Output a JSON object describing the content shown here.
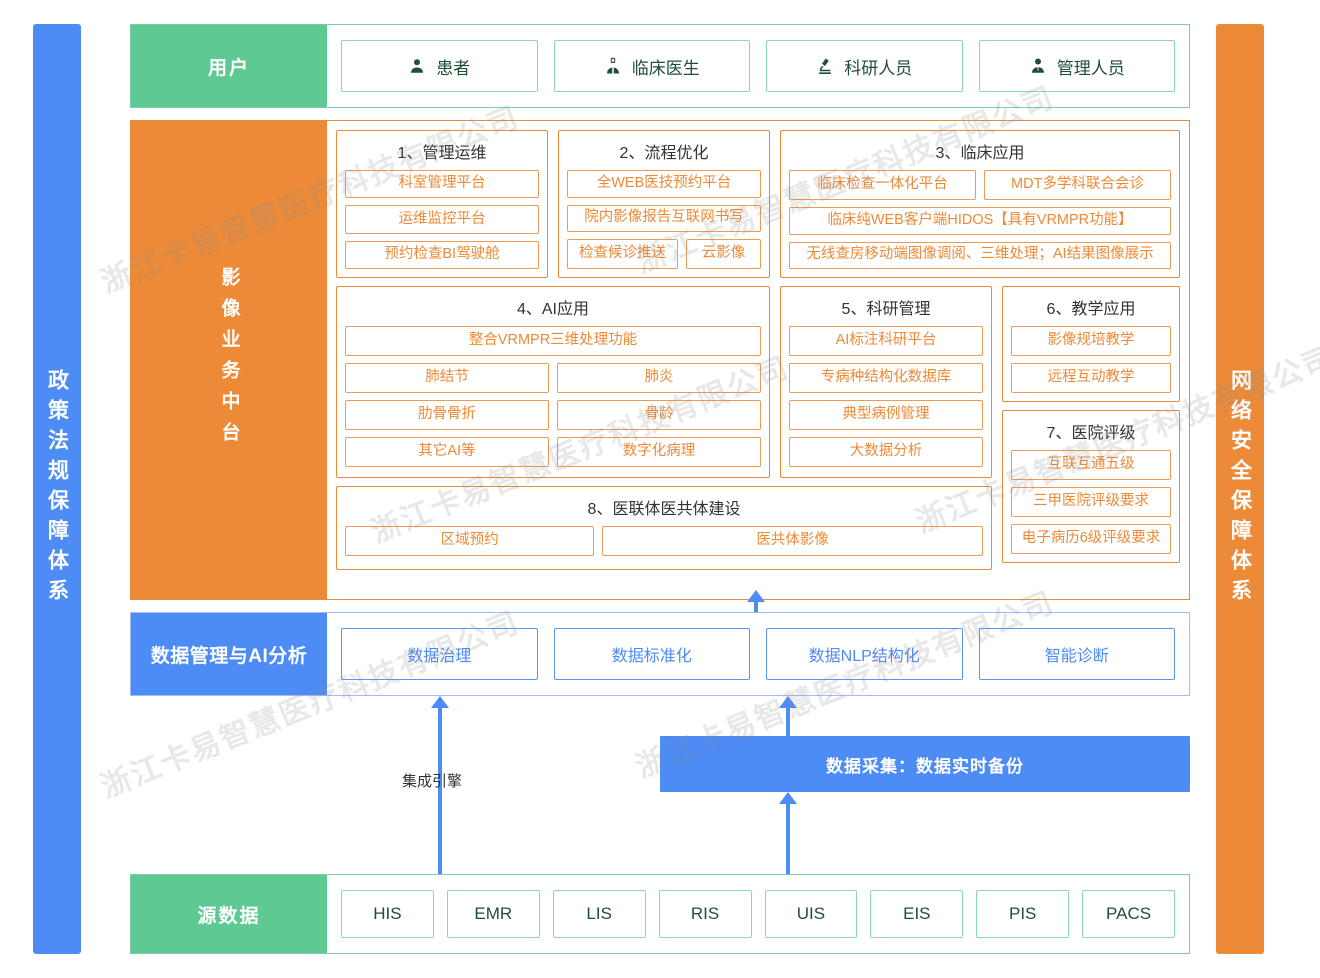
{
  "sidebars": {
    "left": {
      "label": "政策法规保障体系",
      "color": "#4D8CF5"
    },
    "right": {
      "label": "网络安全保障体系",
      "color": "#EC8A38"
    }
  },
  "users_band": {
    "label": "用户",
    "color": "#5FC994",
    "items": [
      {
        "label": "患者",
        "icon": "user-icon"
      },
      {
        "label": "临床医生",
        "icon": "doctor-icon"
      },
      {
        "label": "科研人员",
        "icon": "microscope-icon"
      },
      {
        "label": "管理人员",
        "icon": "manager-icon"
      }
    ]
  },
  "middle_band": {
    "label": "影像业务中台",
    "color": "#EC8A38",
    "groups": [
      {
        "title": "1、管理运维",
        "rows": [
          [
            "科室管理平台"
          ],
          [
            "运维监控平台"
          ],
          [
            "预约检查BI驾驶舱"
          ]
        ]
      },
      {
        "title": "2、流程优化",
        "rows": [
          [
            "全WEB医技预约平台"
          ],
          [
            "院内影像报告互联网书写"
          ],
          [
            "检查候诊推送",
            "云影像"
          ]
        ]
      },
      {
        "title": "3、临床应用",
        "rows": [
          [
            "临床检查一体化平台",
            "MDT多学科联合会诊"
          ],
          [
            "临床纯WEB客户端HIDOS【具有VRMPR功能】"
          ],
          [
            "无线查房移动端图像调阅、三维处理；AI结果图像展示"
          ]
        ]
      },
      {
        "title": "4、AI应用",
        "rows": [
          [
            "整合VRMPR三维处理功能"
          ],
          [
            "肺结节",
            "肺炎"
          ],
          [
            "肋骨骨折",
            "骨龄"
          ],
          [
            "其它AI等",
            "数字化病理"
          ]
        ]
      },
      {
        "title": "5、科研管理",
        "rows": [
          [
            "AI标注科研平台"
          ],
          [
            "专病种结构化数据库"
          ],
          [
            "典型病例管理"
          ],
          [
            "大数据分析"
          ]
        ]
      },
      {
        "title": "6、教学应用",
        "rows": [
          [
            "影像规培教学"
          ],
          [
            "远程互动教学"
          ]
        ]
      },
      {
        "title": "7、医院评级",
        "rows": [
          [
            "互联互通五级"
          ],
          [
            "三甲医院评级要求"
          ],
          [
            "电子病历6级评级要求"
          ]
        ]
      },
      {
        "title": "8、医联体医共体建设",
        "rows": [
          [
            "区域预约",
            "医共体影像"
          ]
        ]
      }
    ]
  },
  "data_band": {
    "label": "数据管理与AI分析",
    "color": "#4D8CF5",
    "items": [
      "数据治理",
      "数据标准化",
      "数据NLP结构化",
      "智能诊断"
    ]
  },
  "connectors": {
    "integration_label": "集成引擎",
    "collection_bar": "数据采集：数据实时备份",
    "arrow_color": "#4D8CF5"
  },
  "source_band": {
    "label": "源数据",
    "color": "#5FC994",
    "items": [
      "HIS",
      "EMR",
      "LIS",
      "RIS",
      "UIS",
      "EIS",
      "PIS",
      "PACS"
    ]
  },
  "watermark": {
    "text": "浙江卡易智慧医疗科技有限公司"
  }
}
